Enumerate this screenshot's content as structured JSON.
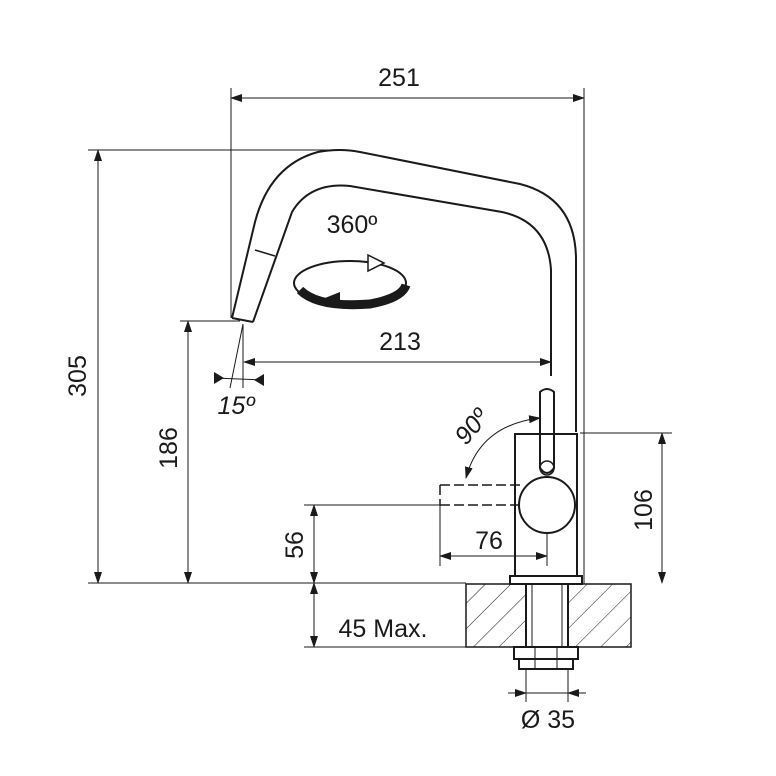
{
  "dimensions": {
    "overall_width": "251",
    "overall_height": "305",
    "spout_reach": "213",
    "spout_height": "186",
    "swivel_angle": "360º",
    "spray_angle": "15º",
    "lever_angle": "90º",
    "body_height": "106",
    "lever_reach": "76",
    "lever_height": "56",
    "max_thickness": "45 Max.",
    "hole_diameter": "Ø 35"
  },
  "colors": {
    "line": "#1a1a1a",
    "background": "#ffffff"
  }
}
